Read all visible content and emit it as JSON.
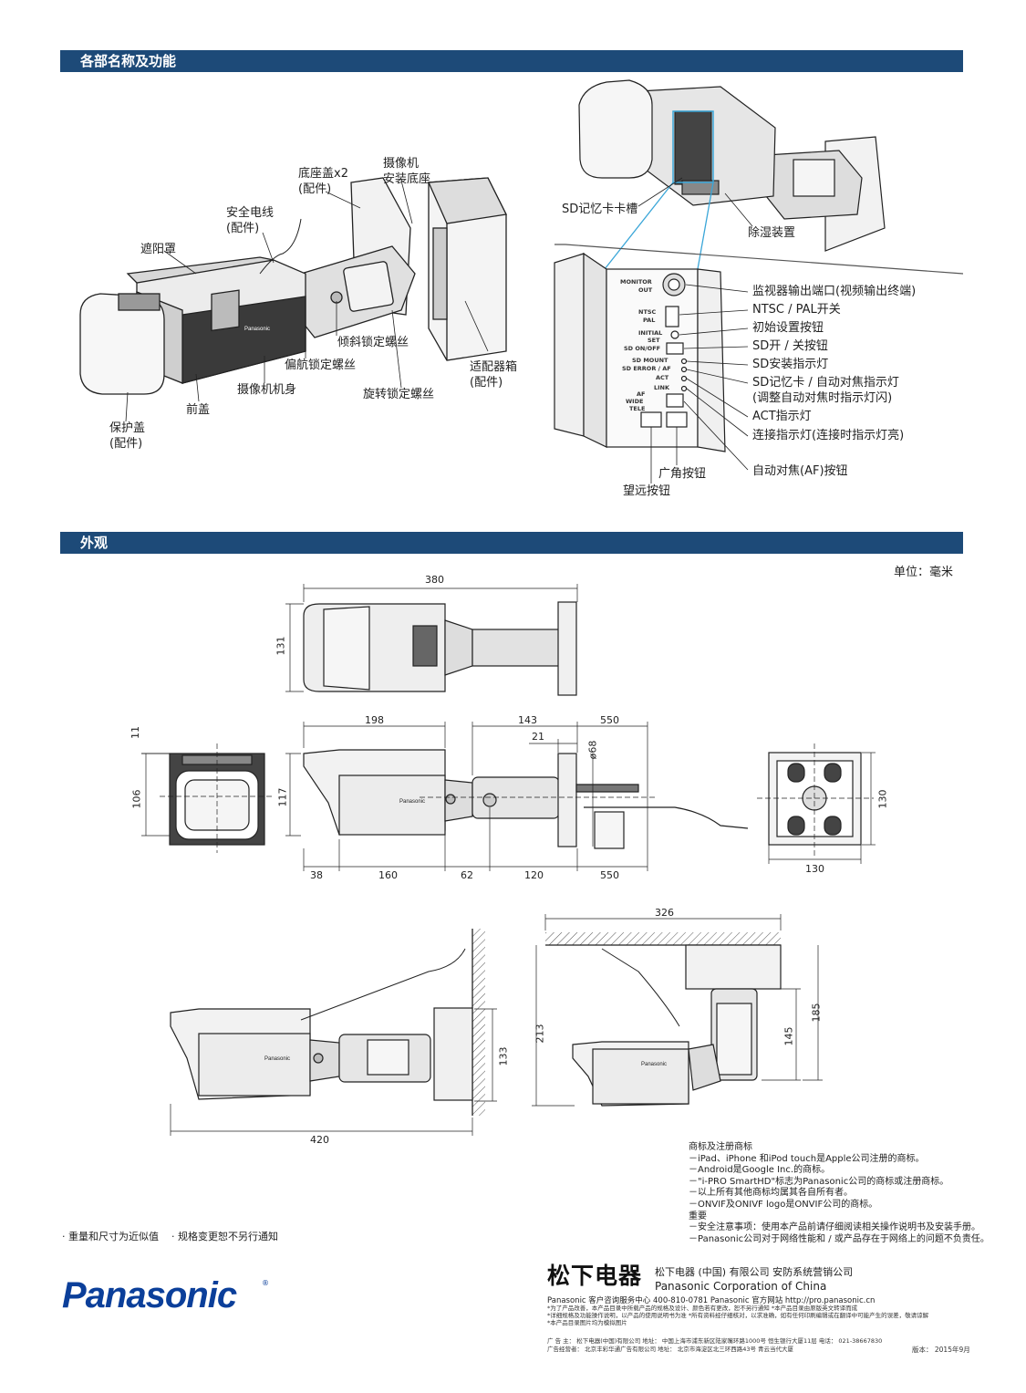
{
  "sections": {
    "parts_title": "各部名称及功能",
    "appearance_title": "外观"
  },
  "parts_labels": {
    "base_cover": "底座盖x2",
    "base_cover_acc": "(配件)",
    "mount_base_1": "摄像机",
    "mount_base_2": "安装底座",
    "safety_wire": "安全电线",
    "safety_wire_acc": "(配件)",
    "sunshield": "遮阳罩",
    "tilt_screw": "倾斜锁定螺丝",
    "yaw_screw": "偏航锁定螺丝",
    "adapter_box": "适配器箱",
    "adapter_box_acc": "(配件)",
    "camera_body": "摄像机机身",
    "pan_screw": "旋转锁定螺丝",
    "front_cover": "前盖",
    "protect_cover": "保护盖",
    "protect_cover_acc": "(配件)",
    "sd_slot": "SD记忆卡卡槽",
    "dehumidifier": "除湿装置",
    "wide_btn": "广角按钮",
    "tele_btn": "望远按钮",
    "af_btn": "自动对焦(AF)按钮"
  },
  "panel_labels": [
    "监视器输出端口(视频输出终端)",
    "NTSC / PAL开关",
    "初始设置按钮",
    "SD开 / 关按钮",
    "SD安装指示灯",
    "SD记忆卡 / 自动对焦指示灯",
    "(调整自动对焦时指示灯闪)",
    "ACT指示灯",
    "连接指示灯(连接时指示灯亮)"
  ],
  "panel_printed": {
    "monitor": "MONITOR",
    "out": "OUT",
    "ntsc": "NTSC",
    "pal": "PAL",
    "initial": "INITIAL",
    "set": "SET",
    "sd_onoff": "SD ON/OFF",
    "sd_mount": "SD MOUNT",
    "sd_error": "SD ERROR / AF",
    "act": "ACT",
    "link": "LINK",
    "af": "AF",
    "wide": "WIDE",
    "tele": "TELE"
  },
  "brand": {
    "camera_mark": "Panasonic",
    "logo": "Panasonic"
  },
  "unit_label": "单位：毫米",
  "dims": {
    "top_380": "380",
    "top_131": "131",
    "side_198": "198",
    "side_143": "143",
    "side_550_top": "550",
    "side_21": "21",
    "side_68": "ø68",
    "side_117": "117",
    "side_38": "38",
    "side_160": "160",
    "side_62": "62",
    "side_120": "120",
    "side_550_bottom": "550",
    "front_11": "11",
    "front_106": "106",
    "back_130_v": "130",
    "back_130_h": "130",
    "wall_420": "420",
    "wall_133": "133",
    "ceil_326": "326",
    "ceil_213": "213",
    "ceil_145": "145",
    "ceil_185": "185"
  },
  "trademark": {
    "title": "商标及注册商标",
    "lines": [
      "－iPad、iPhone 和iPod touch是Apple公司注册的商标。",
      "－Android是Google Inc.的商标。",
      "－\"i-PRO SmartHD\"标志为Panasonic公司的商标或注册商标。",
      "－以上所有其他商标均属其各自所有者。",
      "－ONVIF及ONIVF logo是ONVIF公司的商标。"
    ],
    "important": "重要",
    "imp_lines": [
      "－安全注意事项：使用本产品前请仔细阅读相关操作说明书及安装手册。",
      "－Panasonic公司对于网络性能和 / 或产品存在于网络上的问题不负责任。"
    ]
  },
  "footnotes": {
    "weight": "· 重量和尺寸为近似值",
    "spec": "· 规格变更恕不另行通知"
  },
  "company": {
    "cn_logo": "松下电器",
    "cn_name": "松下电器 (中国) 有限公司  安防系统营销公司",
    "en_name": "Panasonic Corporation of China",
    "service": "Panasonic 客户咨询服务中心 400-810-0781    Panasonic 官方网站  http://pro.panasonic.cn",
    "disc1": "*为了产品改善，本产品目录中所载产品的规格及设计、颜色若有更改，恕不另行通知   *本产品目录由原版英文转译而成",
    "disc2": "*详细规格及功能操作说明，以产品的使用说明书为准   *所有资料经仔细核对，以求准确，如有任何印刷编辑或在翻译中可能产生的误差，敬请谅解",
    "disc3": "*本产品目录图片均为模拟图片",
    "ad1": "广 告 主： 松下电器(中国)有限公司     地址： 中国上海市浦东新区陆家嘴环路1000号 恒生银行大厦11层   电话： 021-38667830",
    "ad2": "广告经营者： 北京丰彩华通广告有限公司     地址： 北京市海淀区北三环西路43号 青云当代大厦",
    "version": "版本： 2015年9月"
  }
}
